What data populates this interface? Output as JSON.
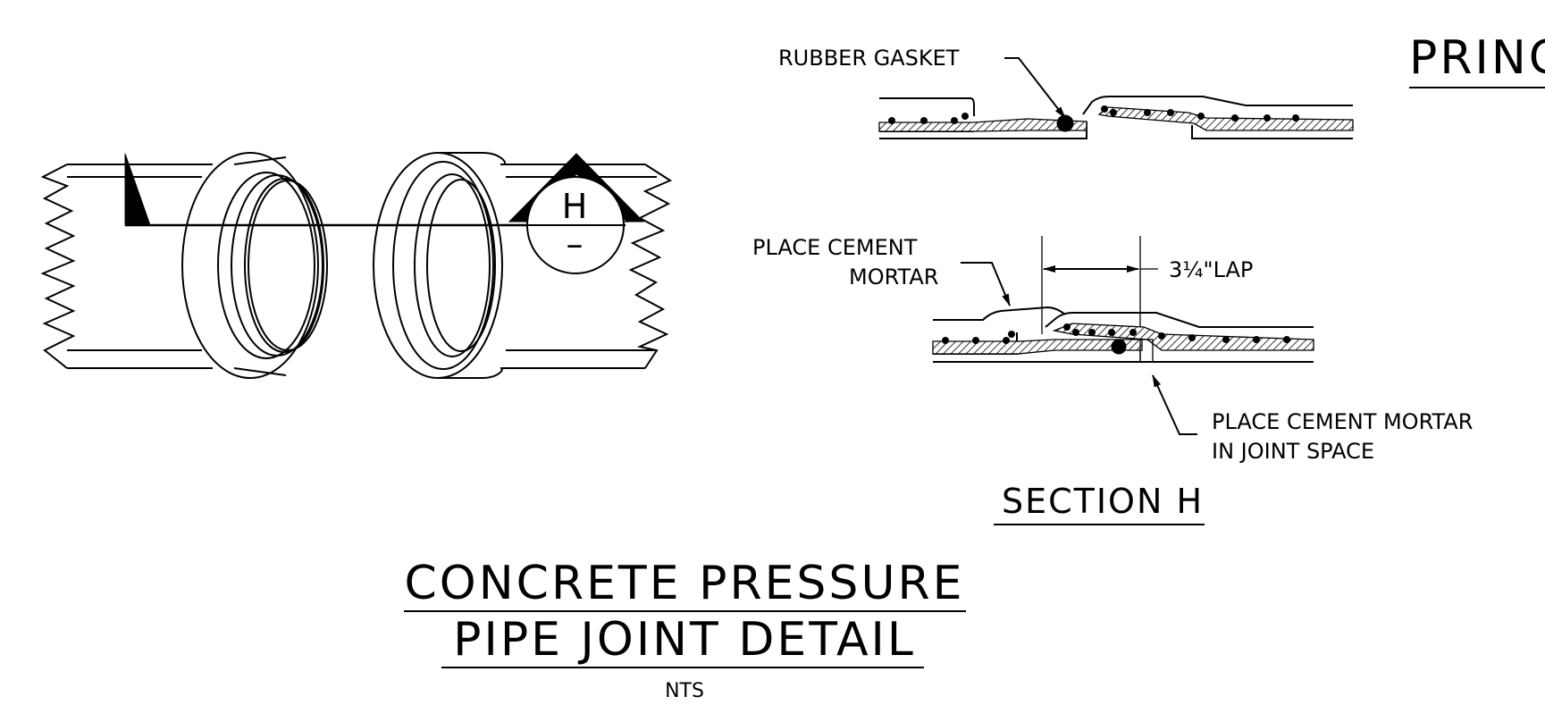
{
  "labels": {
    "rubber_gasket": "RUBBER GASKET",
    "section_marker_letter": "H",
    "section_marker_sheet": "–",
    "place_cement_mortar_line1": "PLACE CEMENT",
    "place_cement_mortar_line2": "MORTAR",
    "lap_dimension": "3¼\"LAP",
    "joint_space_line1": "PLACE CEMENT MORTAR",
    "joint_space_line2": "IN JOINT SPACE",
    "section_title": "SECTION H",
    "cut_off_heading": "PRINC"
  },
  "title": {
    "line1": "CONCRETE PRESSURE",
    "line2": "PIPE JOINT DETAIL",
    "scale": "NTS"
  }
}
